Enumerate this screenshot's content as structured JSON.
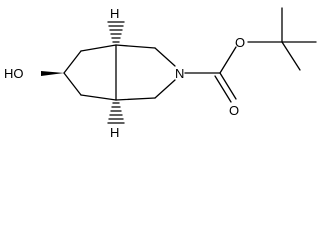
{
  "molecule": {
    "atoms": {
      "hydroxyl_label": "HO",
      "hydroxyl_h_stereo_top": "H",
      "hydroxyl_h_stereo_bottom": "H",
      "nitrogen_label": "N",
      "carbonyl_oxygen_label": "O",
      "ester_oxygen_label": "O"
    }
  }
}
